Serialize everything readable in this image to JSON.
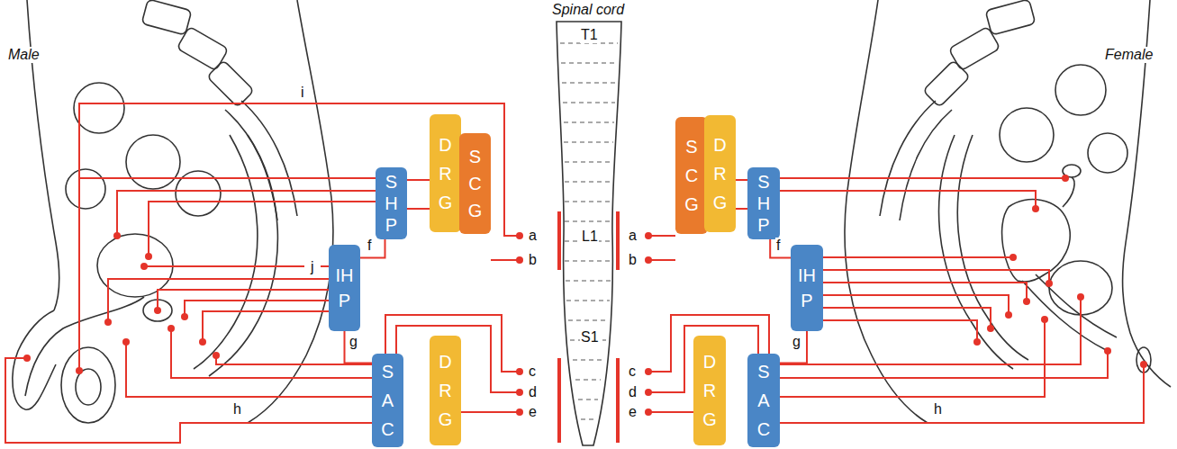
{
  "diagram": {
    "nodes": [
      {
        "text": [
          "DRG"
        ]
      },
      {
        "text": [
          "SCG"
        ]
      },
      {
        "text": [
          "SHP"
        ]
      },
      {
        "text": [
          "IHP"
        ]
      },
      {
        "text": [
          "SAC"
        ]
      },
      {
        "text": [
          "DRG"
        ]
      },
      {
        "text": [
          "SCG"
        ]
      },
      {
        "text": [
          "DRG"
        ]
      },
      {
        "text": [
          "SHP"
        ]
      },
      {
        "text": [
          "IHP"
        ]
      },
      {
        "text": [
          "SAC"
        ]
      },
      {
        "text": [
          "DRG"
        ]
      }
    ],
    "edges": [
      {
        "from": 2,
        "to": 3,
        "arrow": "none",
        "label": "f"
      },
      {
        "from": 3,
        "to": 4,
        "arrow": "none",
        "label": "g"
      },
      {
        "from": 2,
        "to": 0,
        "arrow": "none"
      },
      {
        "from": 8,
        "to": 9,
        "arrow": "none",
        "label": "f"
      },
      {
        "from": 9,
        "to": 10,
        "arrow": "none",
        "label": "g"
      },
      {
        "from": 8,
        "to": 7,
        "arrow": "none"
      }
    ],
    "labels": [
      "Spinal cord",
      "Male",
      "Female",
      "T1",
      "L1",
      "S1",
      "a",
      "b",
      "c",
      "d",
      "e",
      "i",
      "j",
      "h",
      "a",
      "b",
      "c",
      "d",
      "e",
      "h"
    ]
  }
}
